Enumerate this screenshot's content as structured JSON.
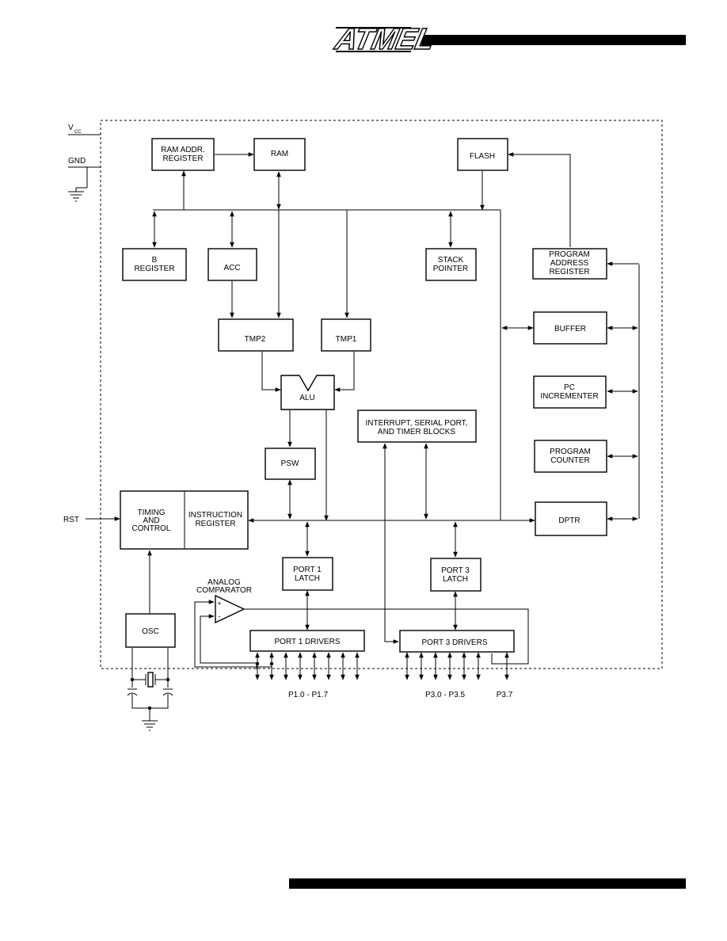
{
  "header": {
    "logo_text": "ATMEL"
  },
  "pins": {
    "vcc_main": "V",
    "vcc_sub": "CC",
    "gnd": "GND",
    "rst": "RST"
  },
  "blocks": {
    "ram_addr": [
      "RAM ADDR.",
      "REGISTER"
    ],
    "ram": [
      "RAM"
    ],
    "flash": [
      "FLASH"
    ],
    "b_register": [
      "B",
      "REGISTER"
    ],
    "acc": [
      "ACC"
    ],
    "stack_pointer": [
      "STACK",
      "POINTER"
    ],
    "program_address": [
      "PROGRAM",
      "ADDRESS",
      "REGISTER"
    ],
    "tmp2": [
      "TMP2"
    ],
    "tmp1": [
      "TMP1"
    ],
    "buffer": [
      "BUFFER"
    ],
    "alu": [
      "ALU"
    ],
    "interrupt": [
      "INTERRUPT, SERIAL PORT,",
      "AND TIMER BLOCKS"
    ],
    "pc_incrementer": [
      "PC",
      "INCREMENTER"
    ],
    "psw": [
      "PSW"
    ],
    "program_counter": [
      "PROGRAM",
      "COUNTER"
    ],
    "timing": [
      "TIMING",
      "AND",
      "CONTROL"
    ],
    "instruction": [
      "INSTRUCTION",
      "REGISTER"
    ],
    "dptr": [
      "DPTR"
    ],
    "port1_latch": [
      "PORT 1",
      "LATCH"
    ],
    "port3_latch": [
      "PORT 3",
      "LATCH"
    ],
    "analog_comparator": [
      "ANALOG",
      "COMPARATOR"
    ],
    "osc": [
      "OSC"
    ],
    "port1_drivers": [
      "PORT 1 DRIVERS"
    ],
    "port3_drivers": [
      "PORT 3 DRIVERS"
    ]
  },
  "port_labels": {
    "p1": "P1.0 - P1.7",
    "p3": "P3.0 - P3.5",
    "p37": "P3.7"
  }
}
